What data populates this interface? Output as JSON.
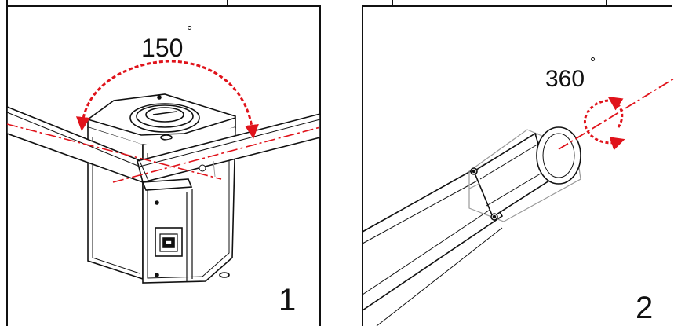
{
  "panel_1": {
    "angle_label": "150",
    "degree_symbol": "°",
    "step_number": "1"
  },
  "panel_2": {
    "angle_label": "360",
    "degree_symbol": "°",
    "step_number": "2"
  },
  "colors": {
    "arrow": "#e0131b",
    "line": "#111111",
    "ghost": "#9a9a9a"
  }
}
